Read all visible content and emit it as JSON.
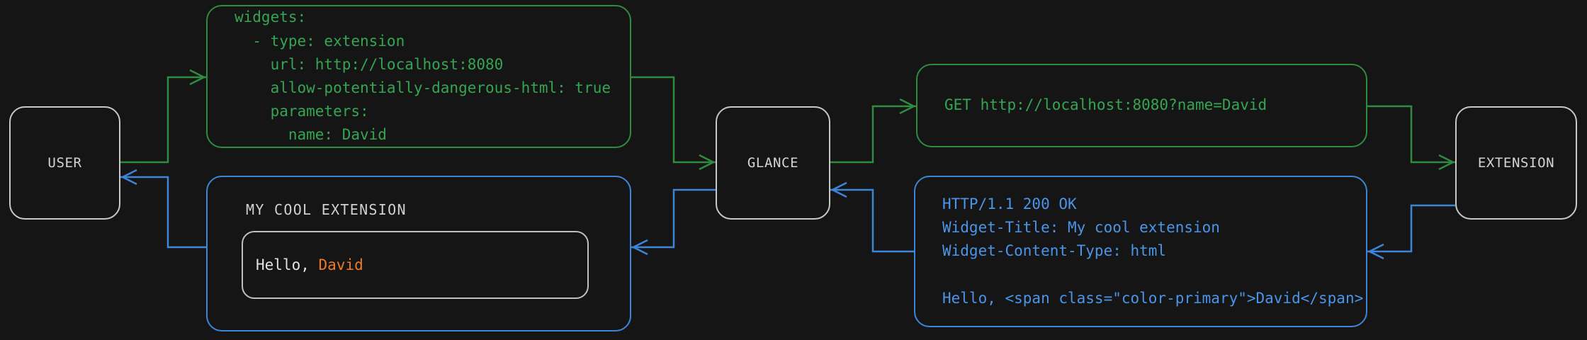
{
  "colors": {
    "background": "#151515",
    "node_border": "#c8c8c8",
    "request_green": "#35a552",
    "response_blue": "#4a95e8",
    "accent_orange": "#ee7a26",
    "text_light": "#d4d4d4"
  },
  "nodes": {
    "user": {
      "label": "USER"
    },
    "glance": {
      "label": "GLANCE"
    },
    "extension": {
      "label": "EXTENSION"
    }
  },
  "boxes": {
    "config_yaml": {
      "color": "#35a552",
      "text": "widgets:\n  - type: extension\n    url: http://localhost:8080\n    allow-potentially-dangerous-html: true\n    parameters:\n      name: David"
    },
    "http_request": {
      "color": "#35a552",
      "text": "GET http://localhost:8080?name=David"
    },
    "http_response": {
      "color": "#4a95e8",
      "text": "HTTP/1.1 200 OK\nWidget-Title: My cool extension\nWidget-Content-Type: html\n\nHello, <span class=\"color-primary\">David</span>"
    },
    "rendered_widget": {
      "color": "#4a95e8",
      "title": "MY COOL EXTENSION",
      "greeting_prefix": "Hello, ",
      "greeting_name": "David"
    }
  },
  "arrows": [
    {
      "name": "user-to-config",
      "color": "#35a552",
      "direction": "right"
    },
    {
      "name": "config-to-glance",
      "color": "#35a552",
      "direction": "right"
    },
    {
      "name": "glance-to-request",
      "color": "#35a552",
      "direction": "right"
    },
    {
      "name": "request-to-extension",
      "color": "#35a552",
      "direction": "right"
    },
    {
      "name": "extension-to-response",
      "color": "#4a95e8",
      "direction": "left"
    },
    {
      "name": "response-to-glance",
      "color": "#4a95e8",
      "direction": "left"
    },
    {
      "name": "glance-to-widget",
      "color": "#4a95e8",
      "direction": "left"
    },
    {
      "name": "widget-to-user",
      "color": "#4a95e8",
      "direction": "left"
    }
  ]
}
